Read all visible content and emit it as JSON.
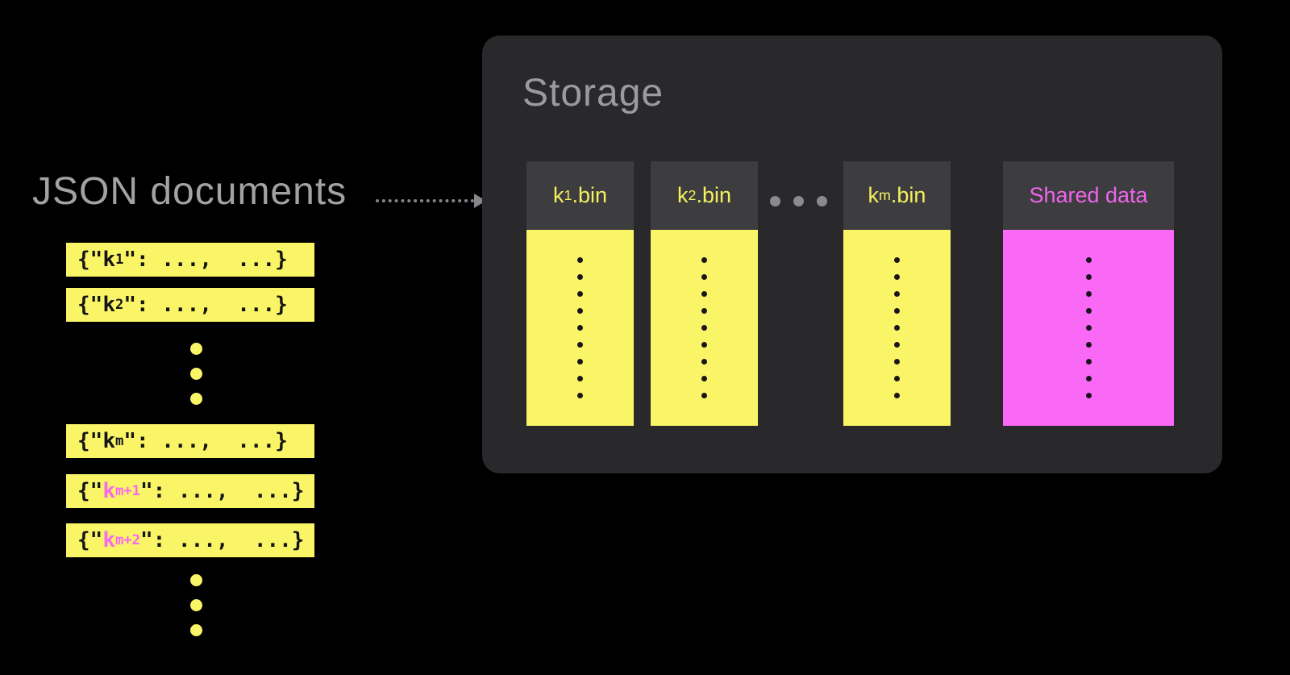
{
  "left": {
    "title": "JSON documents",
    "ellipsis_count": 3,
    "bars": [
      {
        "pre": "{\"",
        "key": "k",
        "sub": "1",
        "post": "\": ...,  ...}",
        "key_highlighted": false
      },
      {
        "pre": "{\"",
        "key": "k",
        "sub": "2",
        "post": "\": ...,  ...}",
        "key_highlighted": false
      },
      {
        "pre": "{\"",
        "key": "k",
        "sub": "m",
        "post": "\": ...,  ...}",
        "key_highlighted": false
      },
      {
        "pre": "{\"",
        "key": "k",
        "sub": "m+1",
        "post": "\": ...,  ...}",
        "key_highlighted": true
      },
      {
        "pre": "{\"",
        "key": "k",
        "sub": "m+2",
        "post": "\": ...,  ...}",
        "key_highlighted": true
      }
    ]
  },
  "storage": {
    "title": "Storage",
    "ellipsis_count": 3,
    "dots_per_file": 9,
    "columns": [
      {
        "type": "bin",
        "key": "k",
        "sub": "1",
        "post": ".bin"
      },
      {
        "type": "bin",
        "key": "k",
        "sub": "2",
        "post": ".bin"
      },
      {
        "type": "bin",
        "key": "k",
        "sub": "m",
        "post": ".bin"
      },
      {
        "type": "shared",
        "label": "Shared data"
      }
    ]
  },
  "colors": {
    "background": "#000000",
    "file_yellow": "#faf467",
    "shared_magenta": "#fa68f6",
    "highlight_pink": "#f868ef",
    "panel_bg": "#29292c",
    "header_bg": "#3d3d40",
    "label_gray": "#a2a2a5",
    "bin_label_yellow": "#f5f05f",
    "shared_label_magenta": "#ee65ea",
    "arrow_gray": "#85858a"
  }
}
